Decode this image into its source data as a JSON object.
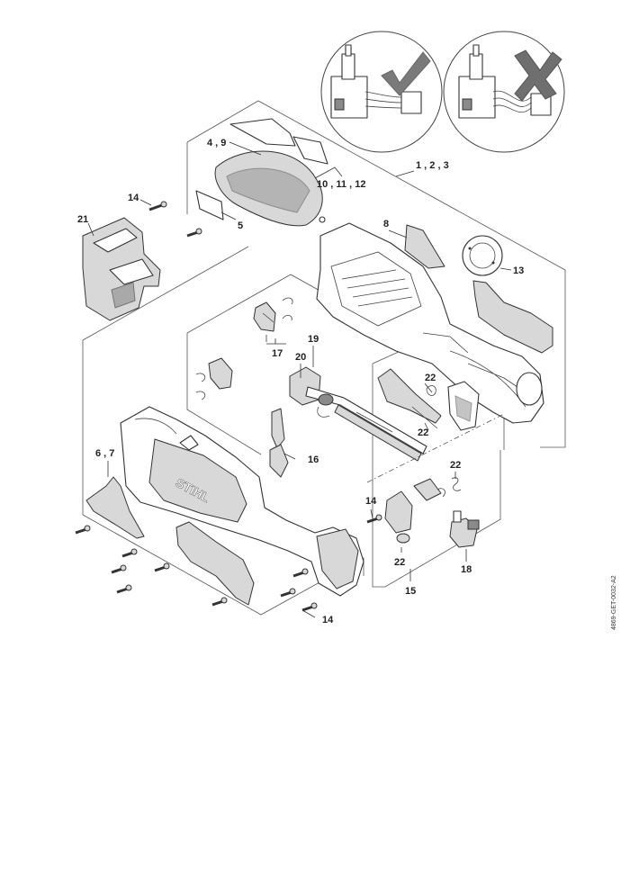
{
  "diagram": {
    "callouts": {
      "c1_2_3": "1 , 2 , 3",
      "c4_9": "4 , 9",
      "c5": "5",
      "c6_7": "6 , 7",
      "c8": "8",
      "c10_11_12": "10 , 11 , 12",
      "c13": "13",
      "c14_top": "14",
      "c14_mid": "14",
      "c14_bottom": "14",
      "c15": "15",
      "c16": "16",
      "c17": "17",
      "c18": "18",
      "c19": "19",
      "c20": "20",
      "c21": "21",
      "c22_a": "22",
      "c22_b": "22",
      "c22_c": "22",
      "c22_d": "22"
    },
    "housing_brand": "STIHL",
    "document_id": "4869-GET-0032-A2",
    "insets": [
      {
        "name": "correct-wiring",
        "icon": "checkmark-icon",
        "color": "#7a7a7a"
      },
      {
        "name": "incorrect-wiring",
        "icon": "cross-icon",
        "color": "#6f6f6f"
      }
    ]
  }
}
